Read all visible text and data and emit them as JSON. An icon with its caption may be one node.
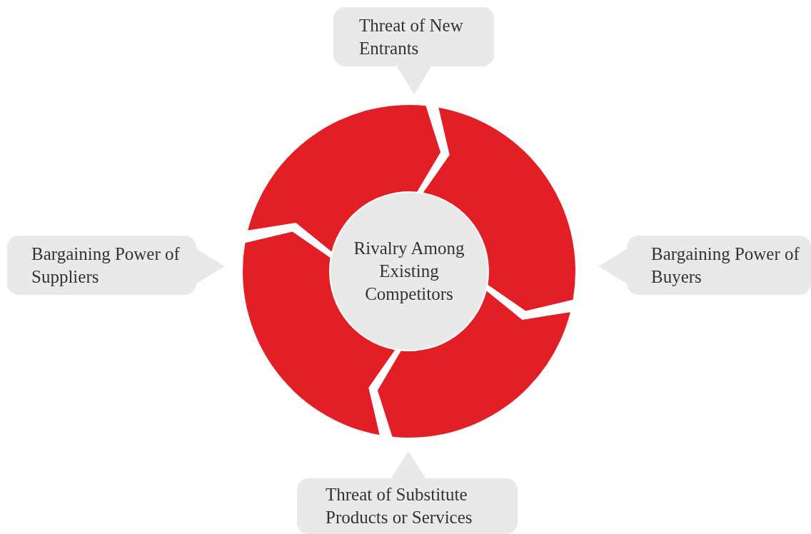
{
  "diagram": {
    "nodes": [
      {
        "text": [
          "Threat of New Entrants"
        ]
      },
      {
        "text": [
          "Bargaining Power of Suppliers"
        ]
      },
      {
        "text": [
          "Rivalry Among Existing Competitors"
        ]
      },
      {
        "text": [
          "Bargaining Power of Buyers"
        ]
      },
      {
        "text": [
          "Threat of Substitute Products or Services"
        ]
      }
    ]
  }
}
